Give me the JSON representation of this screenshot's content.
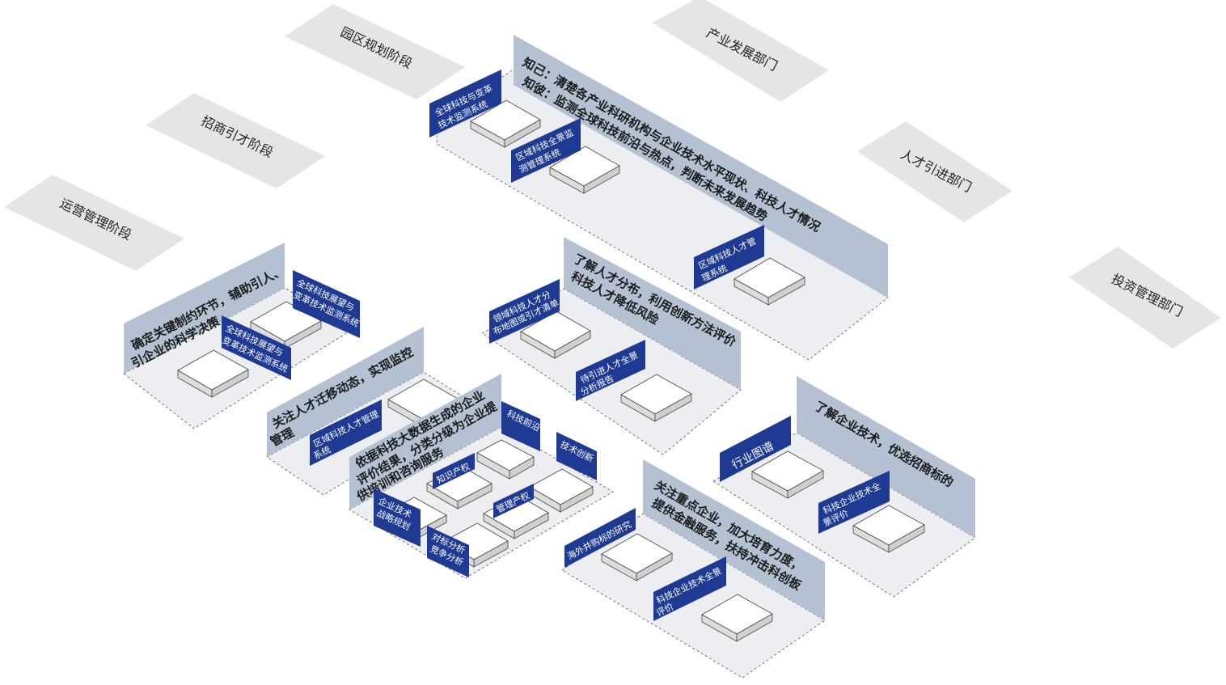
{
  "stages": {
    "park_planning": "园区规划阶段",
    "investment": "招商引才阶段",
    "operation": "运营管理阶段"
  },
  "departments": {
    "industry": "产业发展部门",
    "talent": "人才引进部门",
    "invest": "投资管理部门"
  },
  "zone_top": {
    "text_line1": "知己：清楚各产业科研机构与企业技术水平现状、科技人才情况",
    "text_line2": "知彼：监测全球科技前沿与热点，判断未来发展趋势",
    "badge1_line1": "全球科技与变革",
    "badge1_line2": "技术监测系统",
    "badge2_line1": "区域科技全景监",
    "badge2_line2": "测管理系统",
    "badge3_line1": "区域科技人才管",
    "badge3_line2": "理系统"
  },
  "zone_left": {
    "text_line1": "确定关键制约环节，辅助引人、",
    "text_line2": "引企业的科学决策",
    "badge1_line1": "全球科技展望与",
    "badge1_line2": "变革技术监测系统",
    "badge2_line1": "全球科技展望与",
    "badge2_line2": "变革技术监测系统"
  },
  "zone_mid": {
    "text_line1": "了解人才分布，利用创新方法评价",
    "text_line2": "科技人才降低风险",
    "badge1_line1": "领域科技人才分",
    "badge1_line2": "布地图或引才清单",
    "badge2_line1": "待引进人才全景",
    "badge2_line2": "分析报告"
  },
  "zone_migrate": {
    "text_line1": "关注人才迁移动态，实现监控",
    "text_line2": "管理",
    "badge1_line1": "区域科技人才管理",
    "badge1_line2": "系统"
  },
  "zone_bigdata": {
    "text_line1": "依据科技大数据生成的企业",
    "text_line2": "评价结果，分类分级为企业提",
    "text_line3": "供培训和咨询服务",
    "badge_frontier": "科技前沿",
    "badge_innovation": "技术创新",
    "badge_ip": "知识产权",
    "badge_ipmgmt": "管理产权",
    "badge_strategy_line1": "企业技术",
    "badge_strategy_line2": "战略规划",
    "badge_bench_line1": "对标分析",
    "badge_bench_line2": "竞争分析"
  },
  "zone_enterprise": {
    "text_line1": "了解企业技术，优选招商标的",
    "badge1": "行业图谱",
    "badge2_line1": "科技企业技术全",
    "badge2_line2": "景评价"
  },
  "zone_finance": {
    "text_line1": "关注重点企业，加大培育力度，",
    "text_line2": "提供金融服务，扶持冲击科创板",
    "badge1": "海外并购标的研究",
    "badge2_line1": "科技企业技术全景",
    "badge2_line2": "评价"
  },
  "colors": {
    "plate": "#e5e5e5",
    "floor": "#edeef1",
    "wall": "#b4c1d2",
    "badge": "#1f3a93",
    "box_top": "#ffffff",
    "box_side": "#dcdcdc"
  }
}
